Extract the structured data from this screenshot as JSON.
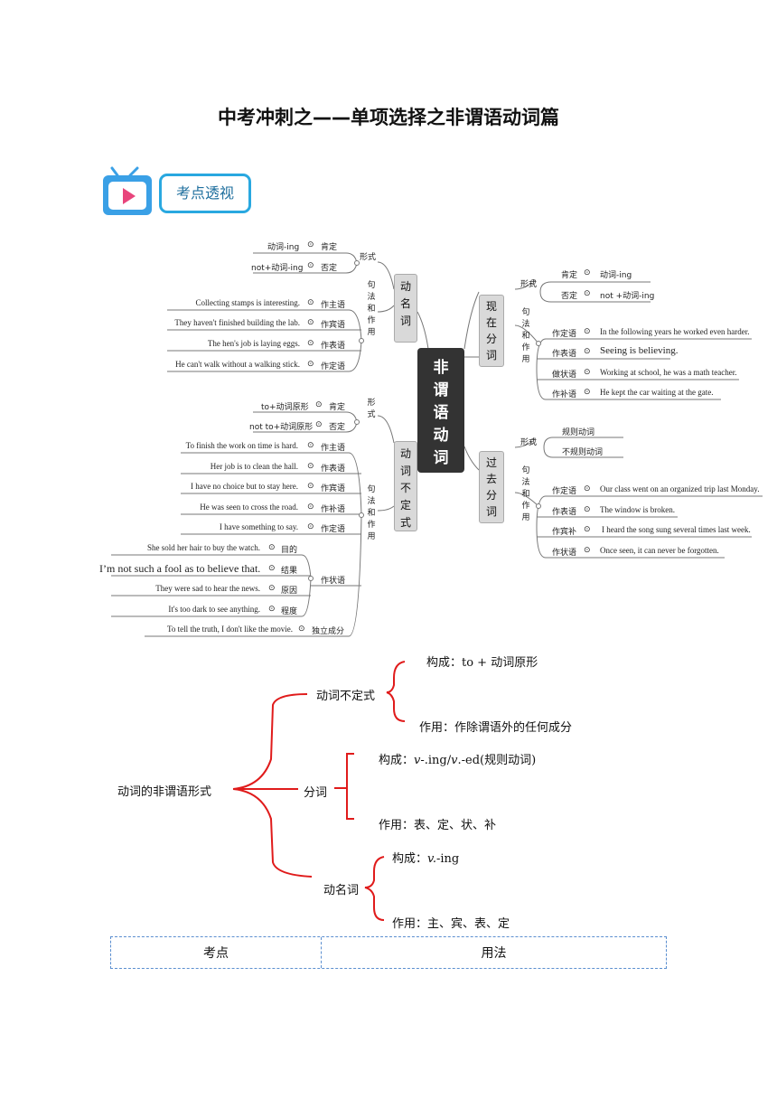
{
  "title": "中考冲刺之——单项选择之非谓语动词篇",
  "badge": "考点透视",
  "mindmap": {
    "center": [
      "非",
      "谓",
      "语",
      "动",
      "词"
    ],
    "gerund": {
      "label": [
        "动",
        "名",
        "词"
      ],
      "form": "形式",
      "form_pos": "肯定",
      "form_pos_ex": "动词-ing",
      "form_neg": "否定",
      "form_neg_ex": "not+动词-ing",
      "syntax": [
        "句",
        "法",
        "和",
        "作",
        "用"
      ],
      "rows": [
        {
          "role": "作主语",
          "ex": "Collecting stamps is interesting."
        },
        {
          "role": "作宾语",
          "ex": "They haven't finished building the lab."
        },
        {
          "role": "作表语",
          "ex": "The hen's job is laying eggs."
        },
        {
          "role": "作定语",
          "ex": "He can't walk without a walking stick."
        }
      ]
    },
    "infinitive": {
      "label": [
        "动",
        "词",
        "不",
        "定",
        "式"
      ],
      "form": [
        "形",
        "式"
      ],
      "form_pos": "肯定",
      "form_pos_ex": "to+动词原形",
      "form_neg": "否定",
      "form_neg_ex": "not to+动词原形",
      "syntax": [
        "句",
        "法",
        "和",
        "作",
        "用"
      ],
      "rows": [
        {
          "role": "作主语",
          "ex": "To finish the work on time is hard."
        },
        {
          "role": "作表语",
          "ex": "Her job is to clean the hall."
        },
        {
          "role": "作宾语",
          "ex": "I have no choice but to stay here."
        },
        {
          "role": "作补语",
          "ex": "He was seen to cross the road."
        },
        {
          "role": "作定语",
          "ex": "I have something to say."
        }
      ],
      "adverbial": "作状语",
      "adv_rows": [
        {
          "role": "目的",
          "ex": "She sold her hair to buy the watch."
        },
        {
          "role": "结果",
          "ex": "I’m not such a fool as to believe that."
        },
        {
          "role": "原因",
          "ex": "They were sad to hear the news."
        },
        {
          "role": "程度",
          "ex": "It's too dark to see anything."
        }
      ],
      "independent": "独立成分",
      "independent_ex": "To tell the truth, I don't like the movie."
    },
    "present": {
      "label": [
        "现",
        "在",
        "分",
        "词"
      ],
      "form": "形式",
      "form_pos": "肯定",
      "form_pos_ex": "动词-ing",
      "form_neg": "否定",
      "form_neg_ex": "not +动词-ing",
      "syntax": [
        "句",
        "法",
        "和",
        "作",
        "用"
      ],
      "rows": [
        {
          "role": "作定语",
          "ex": "In the following years he worked even harder."
        },
        {
          "role": "作表语",
          "ex": "Seeing is believing."
        },
        {
          "role": "做状语",
          "ex": "Working at school, he was a math teacher."
        },
        {
          "role": "作补语",
          "ex": "He kept the car waiting at the gate."
        }
      ]
    },
    "past": {
      "label": [
        "过",
        "去",
        "分",
        "词"
      ],
      "form": "形式",
      "form_a": "规则动词",
      "form_b": "不规则动词",
      "syntax": [
        "句",
        "法",
        "和",
        "作",
        "用"
      ],
      "rows": [
        {
          "role": "作定语",
          "ex": "Our class went on an organized trip last Monday."
        },
        {
          "role": "作表语",
          "ex": "The window is broken."
        },
        {
          "role": "作宾补",
          "ex": "I heard the song sung several times last week."
        },
        {
          "role": "作状语",
          "ex": "Once seen, it can never be forgotten."
        }
      ]
    }
  },
  "tree": {
    "root": "动词的非谓语形式",
    "inf": "动词不定式",
    "inf_form": "构成：to +  动词原形",
    "inf_use": "作用：作除谓语外的任何成分",
    "part": "分词",
    "part_form_a": "构成：",
    "part_form_b": "v",
    "part_form_c": "-.ing/",
    "part_form_d": "v",
    "part_form_e": ".-ed(规则动词)",
    "part_use": "作用：表、定、状、补",
    "ger": "动名词",
    "ger_form_a": "构成：",
    "ger_form_b": "v.",
    "ger_form_c": "-ing",
    "ger_use": "作用：主、宾、表、定"
  },
  "table": {
    "col1": "考点",
    "col2": "用法"
  },
  "colors": {
    "accent": "#29a8e0",
    "tree": "#e01b1b",
    "table_border": "#5b8fd0"
  }
}
